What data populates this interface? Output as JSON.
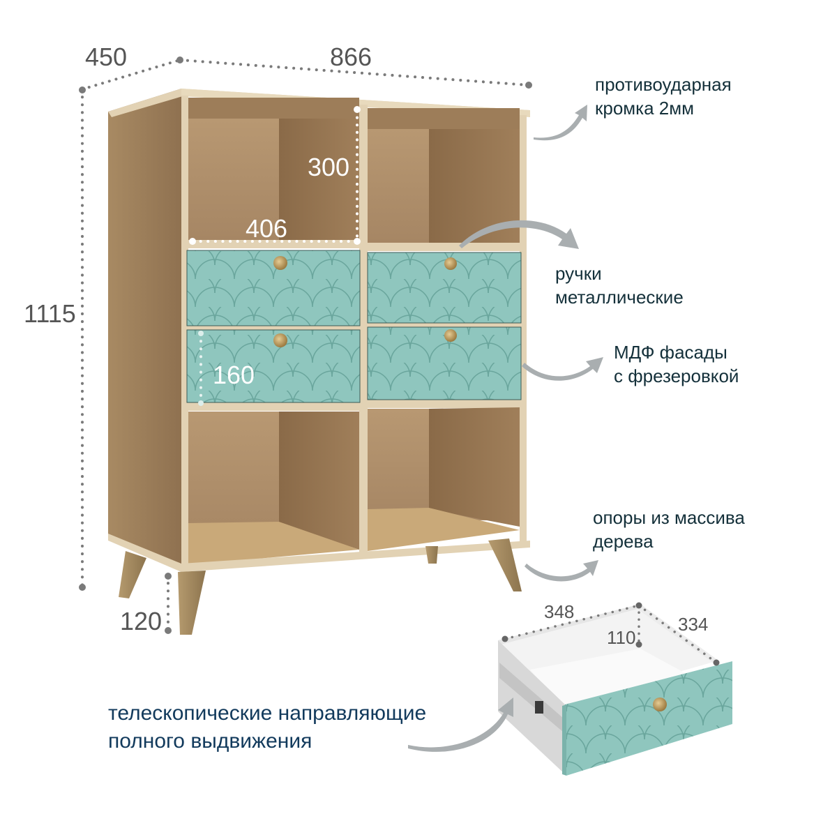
{
  "colors": {
    "background": "#ffffff",
    "wood_light": "#c9ad86",
    "wood_dark": "#9b7a54",
    "wood_edge": "#e2d2b4",
    "facade_teal": "#8fc6be",
    "facade_line": "#6aa69d",
    "handle_gold": "#b8955a",
    "dimension_gray": "#555555",
    "dot_gray": "#7a7a7a",
    "feature_text": "#14303a",
    "feature_text_blue": "#123a5c",
    "arrow_gray": "#a9aeb0",
    "drawer_interior": "#f3f3f3",
    "drawer_rail": "#d0d0d0"
  },
  "dimensions": {
    "depth": "450",
    "width": "866",
    "height": "1115",
    "legs": "120",
    "shelf_height": "300",
    "shelf_width": "406",
    "drawer_height": "160"
  },
  "drawer_dimensions": {
    "width": "348",
    "depth": "334",
    "height": "110"
  },
  "features": {
    "edge": {
      "line1": "противоударная",
      "line2": "кромка 2мм"
    },
    "handles": {
      "line1": "ручки",
      "line2": "металлические"
    },
    "facades": {
      "line1": "МДФ фасады",
      "line2": "с фрезеровкой"
    },
    "legs": {
      "line1": "опоры из массива",
      "line2": "дерева"
    },
    "rails": {
      "line1": "телескопические направляющие",
      "line2": "полного выдвижения"
    }
  },
  "icons": {
    "arrow": "curved-arrow-icon",
    "handle": "round-knob-icon"
  }
}
